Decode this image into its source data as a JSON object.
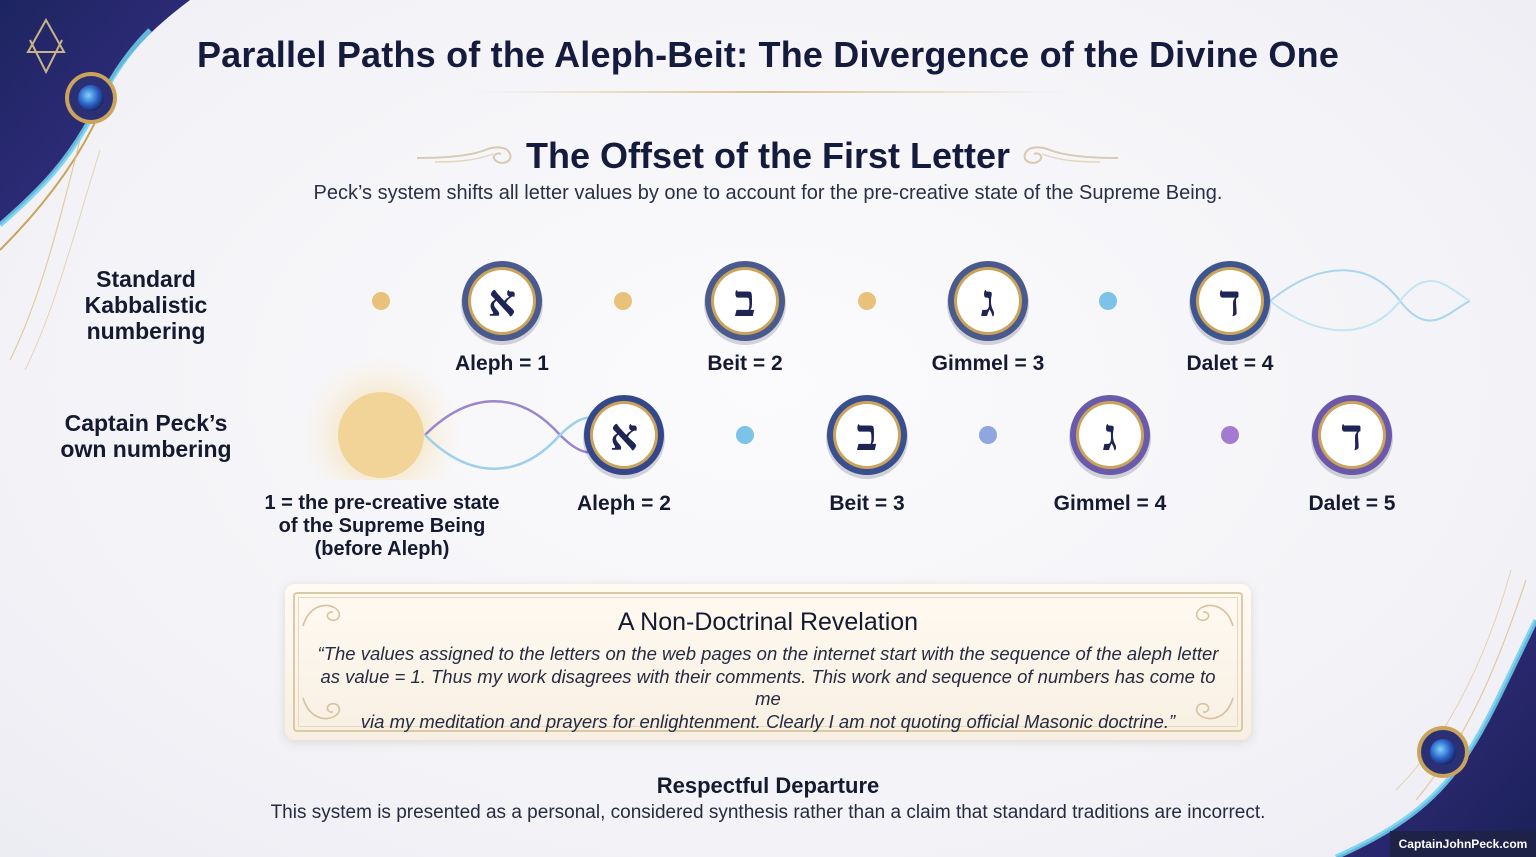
{
  "header": {
    "title": "Parallel Paths of the Aleph-Beit: The Divergence of the Divine One"
  },
  "section": {
    "title": "The Offset of the First Letter",
    "subtitle": "Peck’s system shifts all letter values by one to account for the pre-creative state of the Supreme Being."
  },
  "rows": {
    "standard": {
      "label_lines": [
        "Standard",
        "Kabbalistic",
        "numbering"
      ],
      "letters": [
        {
          "glyph": "א",
          "name": "Aleph",
          "value": 1,
          "label": "Aleph = 1"
        },
        {
          "glyph": "ב",
          "name": "Beit",
          "value": 2,
          "label": "Beit = 2"
        },
        {
          "glyph": "ג",
          "name": "Gimmel",
          "value": 3,
          "label": "Gimmel = 3"
        },
        {
          "glyph": "ד",
          "name": "Dalet",
          "value": 4,
          "label": "Dalet = 4"
        }
      ]
    },
    "peck": {
      "label_lines": [
        "Captain Peck’s",
        "own numbering"
      ],
      "pre_creative_lines": [
        "1 = the pre-creative state",
        "of the Supreme Being",
        "(before Aleph)"
      ],
      "letters": [
        {
          "glyph": "א",
          "name": "Aleph",
          "value": 2,
          "label": "Aleph = 2"
        },
        {
          "glyph": "ב",
          "name": "Beit",
          "value": 3,
          "label": "Beit = 3"
        },
        {
          "glyph": "ג",
          "name": "Gimmel",
          "value": 4,
          "label": "Gimmel = 4"
        },
        {
          "glyph": "ד",
          "name": "Dalet",
          "value": 5,
          "label": "Dalet = 5"
        }
      ]
    }
  },
  "card": {
    "title": "A Non-Doctrinal Revelation",
    "quote_lines": [
      "“The values assigned to the letters on the web pages on the internet start with the sequence of the aleph letter",
      "as value = 1. Thus my work disagrees with their comments. This work and sequence of numbers has come to me",
      "via my meditation and prayers for enlightenment. Clearly I am not quoting official Masonic doctrine.”"
    ]
  },
  "footer": {
    "title": "Respectful Departure",
    "subtitle": "This system is presented as a personal, considered synthesis rather than a claim that standard traditions are incorrect."
  },
  "brand": "CaptainJohnPeck.com",
  "colors": {
    "navy": "#1e2554",
    "track": "#4a5a8c",
    "gold": "#e8c27a",
    "sky": "#7cc3e8",
    "violet": "#7b5fb8"
  }
}
